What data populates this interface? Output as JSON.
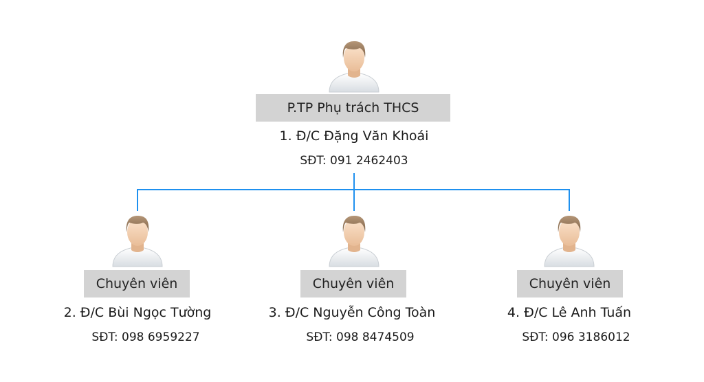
{
  "head": {
    "title": "P.TP Phụ trách THCS",
    "name": "1. Đ/C Đặng Văn Khoái",
    "phone": "SĐT: 091 2462403"
  },
  "staff": [
    {
      "title": "Chuyên viên",
      "name": "2. Đ/C Bùi Ngọc Tường",
      "phone": "SĐT: 098 6959227"
    },
    {
      "title": "Chuyên viên",
      "name": "3. Đ/C Nguyễn Công Toàn",
      "phone": "SĐT: 098 8474509"
    },
    {
      "title": "Chuyên viên",
      "name": "4. Đ/C Lê Anh Tuấn",
      "phone": "SĐT: 096 3186012"
    }
  ],
  "colors": {
    "connector": "#1e90ef",
    "label_bg": "#d3d3d3"
  }
}
